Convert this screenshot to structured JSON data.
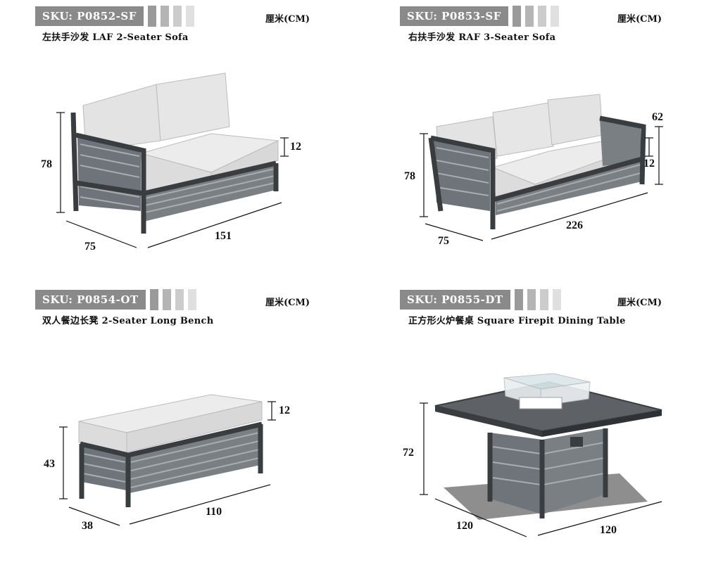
{
  "unit_label": "厘米(CM)",
  "colors": {
    "tag_bg": "#8a8a8a",
    "swatches": [
      "#9a9a9a",
      "#b5b5b5",
      "#cccccc",
      "#e0e0e0"
    ],
    "frame": "#3a3d40",
    "cushion": "#e3e3e3",
    "wicker": "#7a7f84"
  },
  "products": [
    {
      "sku": "SKU: P0852-SF",
      "title": "左扶手沙发  LAF 2-Seater Sofa",
      "dims": {
        "height": "78",
        "cushion": "12",
        "depth": "75",
        "width": "151"
      }
    },
    {
      "sku": "SKU: P0853-SF",
      "title": "右扶手沙发  RAF 3-Seater Sofa",
      "dims": {
        "height": "78",
        "back": "62",
        "cushion": "12",
        "depth": "75",
        "width": "226"
      }
    },
    {
      "sku": "SKU: P0854-OT",
      "title": "双人餐边长凳  2-Seater Long Bench",
      "dims": {
        "height": "43",
        "cushion": "12",
        "depth": "38",
        "width": "110"
      }
    },
    {
      "sku": "SKU: P0855-DT",
      "title": "正方形火炉餐桌  Square Firepit Dining Table",
      "dims": {
        "height": "72",
        "depth": "120",
        "width": "120"
      }
    }
  ]
}
